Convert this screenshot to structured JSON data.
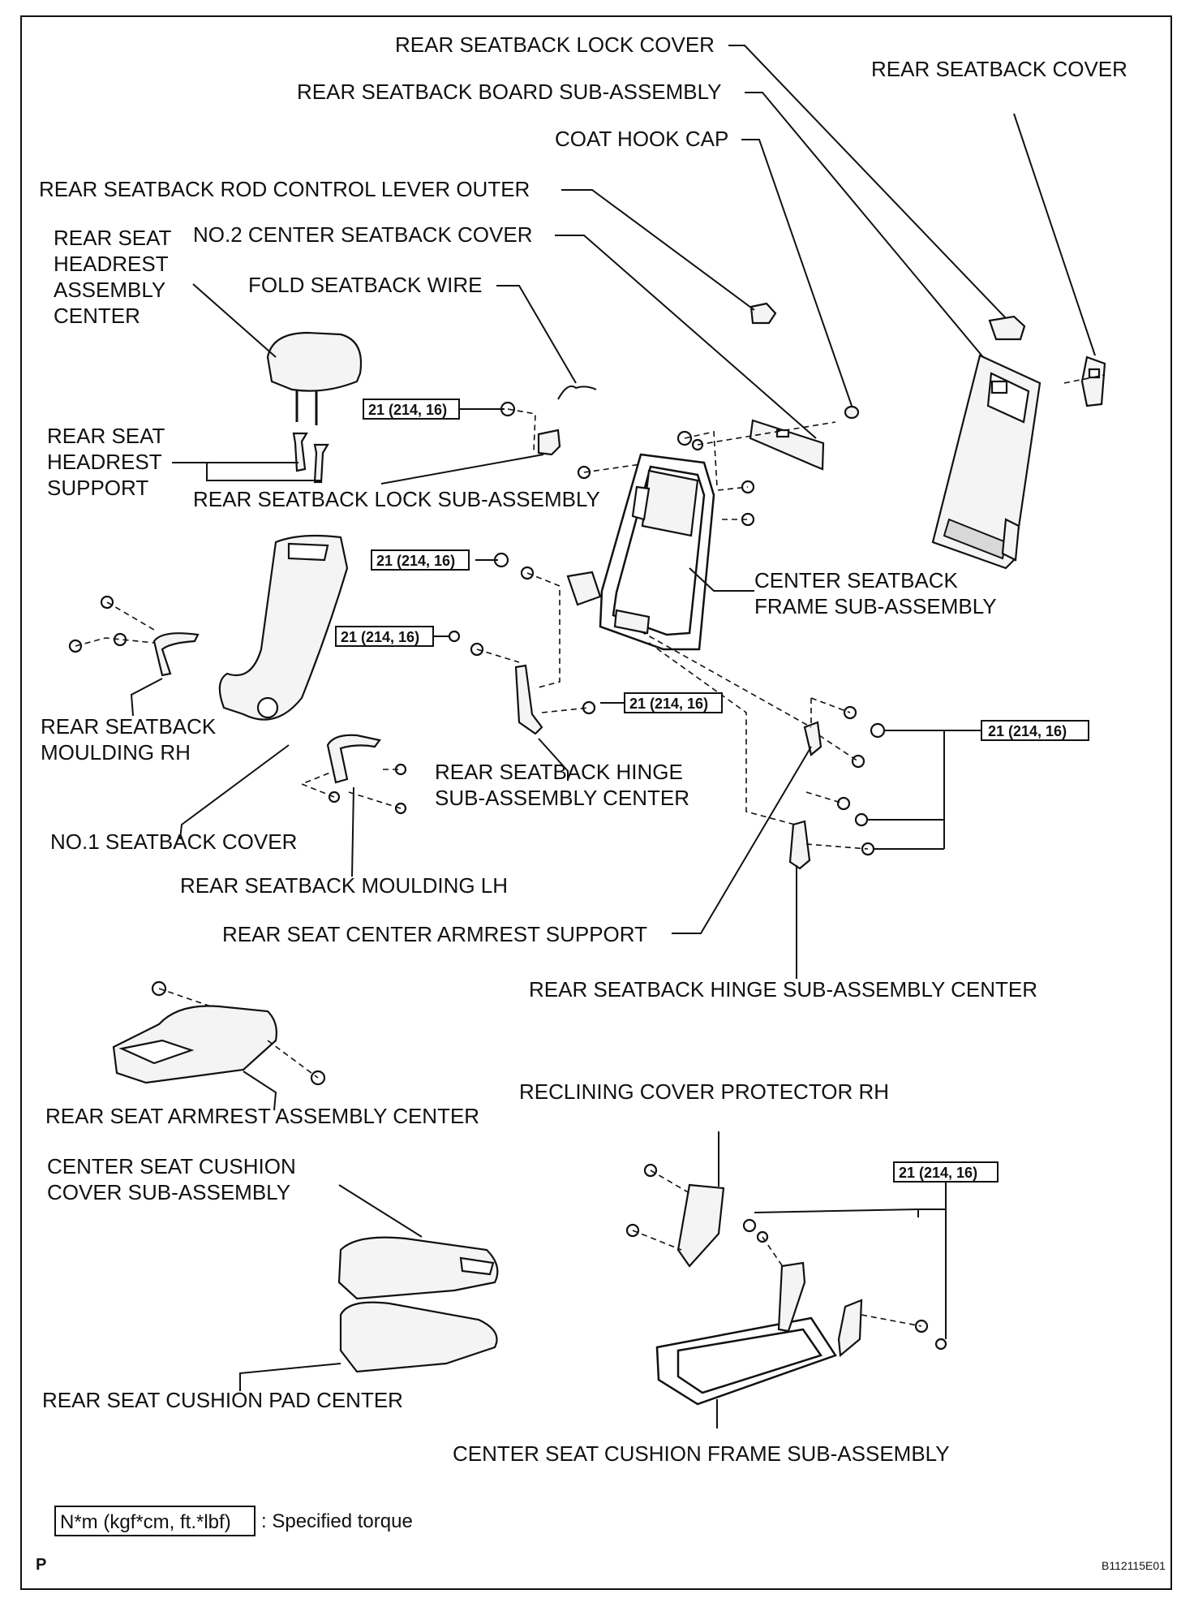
{
  "labels": {
    "lock_cover": "REAR SEATBACK LOCK COVER",
    "back_cover": "REAR SEATBACK COVER",
    "board_sub": "REAR SEATBACK BOARD SUB-ASSEMBLY",
    "coat_hook": "COAT HOOK CAP",
    "rod_lever": "REAR SEATBACK ROD CONTROL LEVER OUTER",
    "headrest_l1": "REAR SEAT",
    "headrest_l2": "HEADREST",
    "headrest_l3": "ASSEMBLY",
    "headrest_l4": "CENTER",
    "no2_cover": "NO.2 CENTER SEATBACK COVER",
    "fold_wire": "FOLD SEATBACK WIRE",
    "support_l1": "REAR SEAT",
    "support_l2": "HEADREST",
    "support_l3": "SUPPORT",
    "lock_sub": "REAR SEATBACK LOCK SUB-ASSEMBLY",
    "frame_l1": "CENTER SEATBACK",
    "frame_l2": "FRAME SUB-ASSEMBLY",
    "moulding_rh_l1": "REAR SEATBACK",
    "moulding_rh_l2": "MOULDING RH",
    "hinge_a_l1": "REAR SEATBACK HINGE",
    "hinge_a_l2": "SUB-ASSEMBLY CENTER",
    "no1_cover": "NO.1 SEATBACK COVER",
    "moulding_lh": "REAR SEATBACK MOULDING LH",
    "armrest_support": "REAR SEAT CENTER ARMREST SUPPORT",
    "hinge_b": "REAR SEATBACK HINGE SUB-ASSEMBLY CENTER",
    "armrest_center": "REAR SEAT ARMREST ASSEMBLY CENTER",
    "reclining_protector": "RECLINING COVER PROTECTOR RH",
    "cushion_cover_l1": "CENTER SEAT CUSHION",
    "cushion_cover_l2": "COVER SUB-ASSEMBLY",
    "cushion_pad": "REAR SEAT CUSHION PAD CENTER",
    "cushion_frame": "CENTER SEAT CUSHION FRAME SUB-ASSEMBLY"
  },
  "torque": {
    "t1": "21 (214, 16)",
    "t2": "21 (214, 16)",
    "t3": "21 (214, 16)",
    "t4": "21 (214, 16)",
    "t5": "21 (214, 16)",
    "t6": "21 (214, 16)"
  },
  "legend": {
    "unit_box": "N*m (kgf*cm, ft.*lbf)",
    "text": ": Specified torque"
  },
  "footer": {
    "left_mark": "P",
    "code": "B112115E01"
  }
}
